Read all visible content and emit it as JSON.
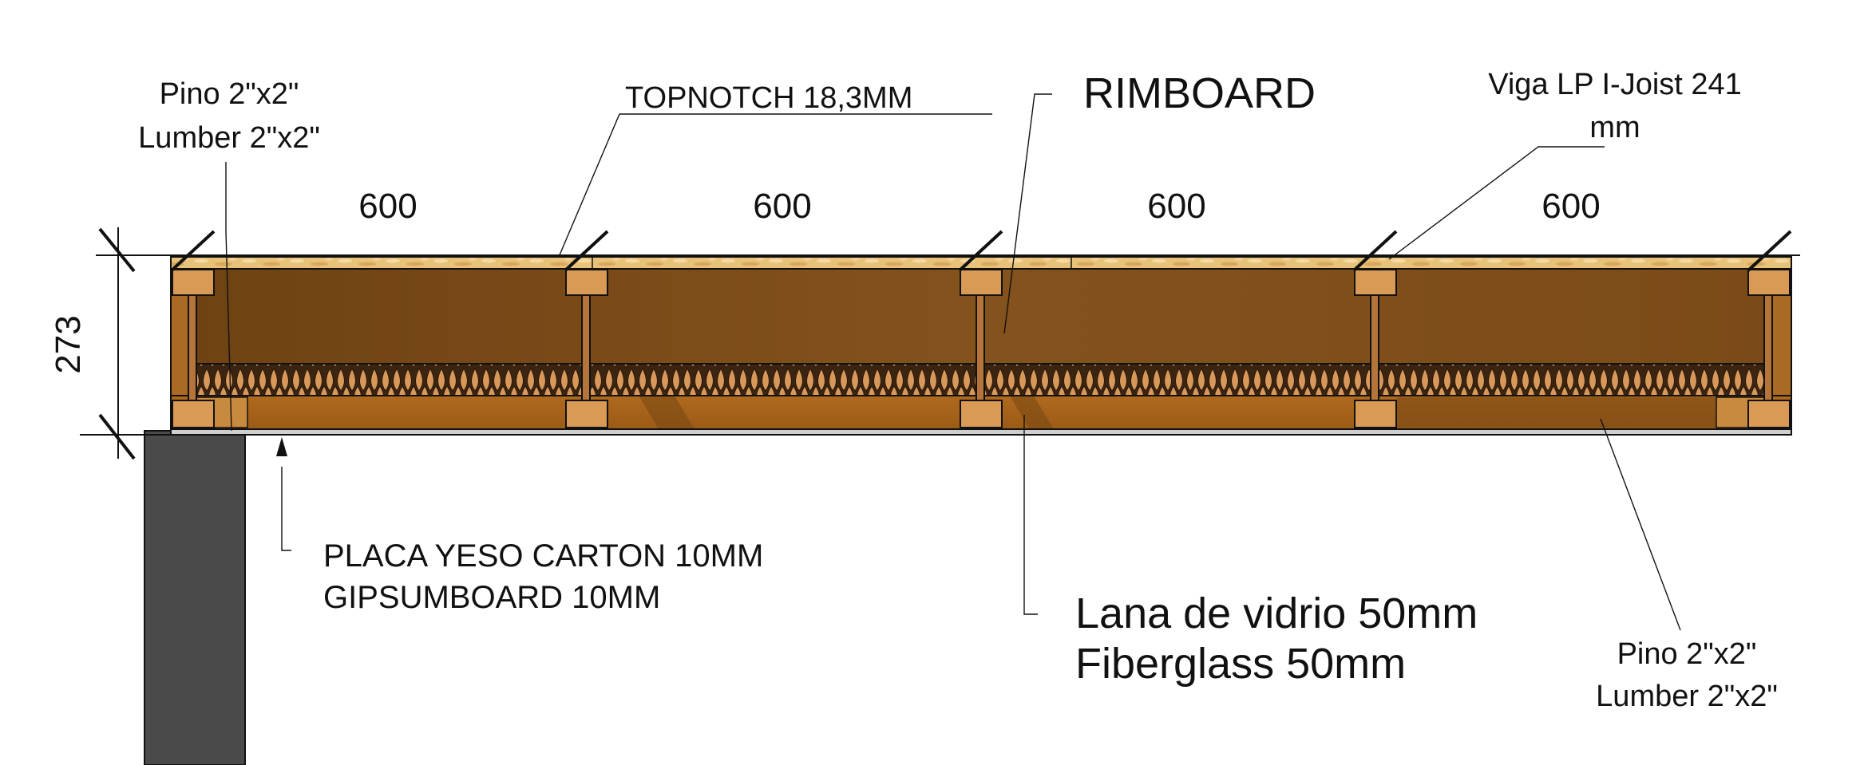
{
  "labels": {
    "pino_top_line1": "Pino 2\"x2\"",
    "pino_top_line2": "Lumber 2\"x2\"",
    "topnotch": "TOPNOTCH 18,3MM",
    "rimboard": "RIMBOARD",
    "viga_line1": "Viga LP I-Joist 241",
    "viga_line2": "mm",
    "placa_line1": "PLACA YESO CARTON 10MM",
    "placa_line2": "GIPSUMBOARD 10MM",
    "lana_line1": "Lana de vidrio 50mm",
    "lana_line2": "Fiberglass 50mm",
    "pino_bottom_line1": "Pino 2\"x2\"",
    "pino_bottom_line2": "Lumber 2\"x2\""
  },
  "dimensions": {
    "spans": [
      "600",
      "600",
      "600",
      "600"
    ],
    "height": "273"
  },
  "colors": {
    "osb": "#e9c27a",
    "cavity": "#7a4a18",
    "cavity_light": "#8a5620",
    "ceiling_board": "#a8641c",
    "joist_flange": "#d89a55",
    "insulation": "#c98a4a",
    "wall": "#4a4a4a",
    "line": "#111111"
  }
}
